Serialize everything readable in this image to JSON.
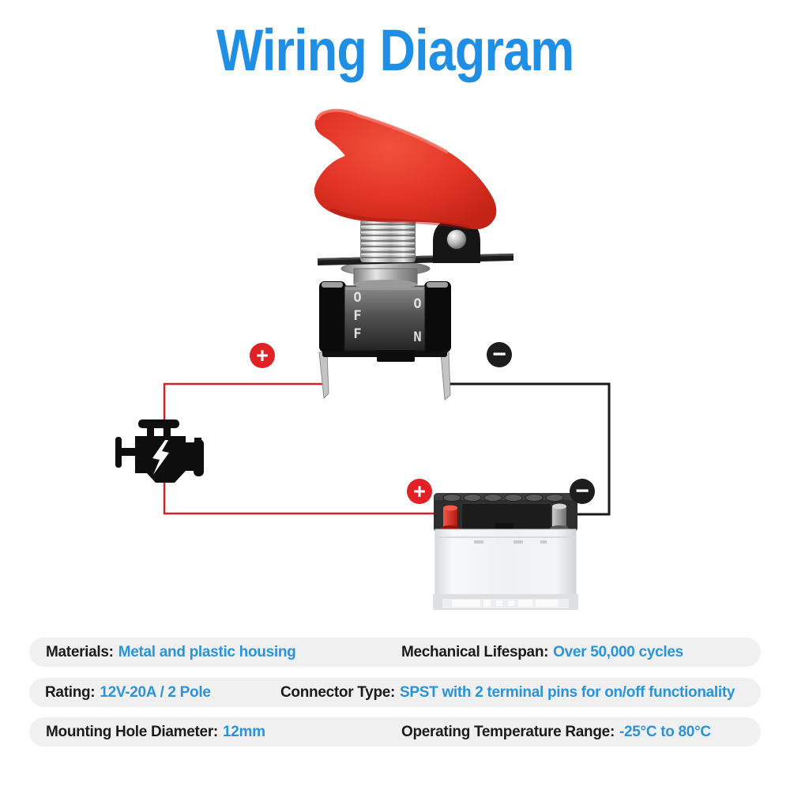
{
  "title": "Wiring Diagram",
  "colors": {
    "title_blue": "#1e8fe5",
    "value_blue": "#2b93d8",
    "cover_red": "#e23527",
    "badge_red": "#e02227",
    "badge_black": "#1d1d1d",
    "wire_red": "#cf2428",
    "wire_black": "#191919",
    "pill_bg": "#f0f0f0",
    "label_dark": "#1b1b1b"
  },
  "diagram": {
    "switch_off_label": "OFF",
    "switch_on_label": "ON",
    "badges": {
      "switch_positive": "+",
      "switch_negative": "−",
      "battery_positive": "+",
      "battery_negative": "−"
    }
  },
  "specs": [
    {
      "items": [
        {
          "label": "Materials:",
          "value": "Metal and plastic housing"
        },
        {
          "label": "Mechanical Lifespan:",
          "value": "Over 50,000 cycles"
        }
      ]
    },
    {
      "items": [
        {
          "label": "Rating:",
          "value": "12V-20A / 2 Pole"
        },
        {
          "label": "Connector Type:",
          "value": "SPST with 2 terminal pins for on/off functionality"
        }
      ]
    },
    {
      "items": [
        {
          "label": "Mounting Hole Diameter:",
          "value": "12mm"
        },
        {
          "label": "Operating Temperature Range:",
          "value": "-25°C to 80°C"
        }
      ]
    }
  ]
}
